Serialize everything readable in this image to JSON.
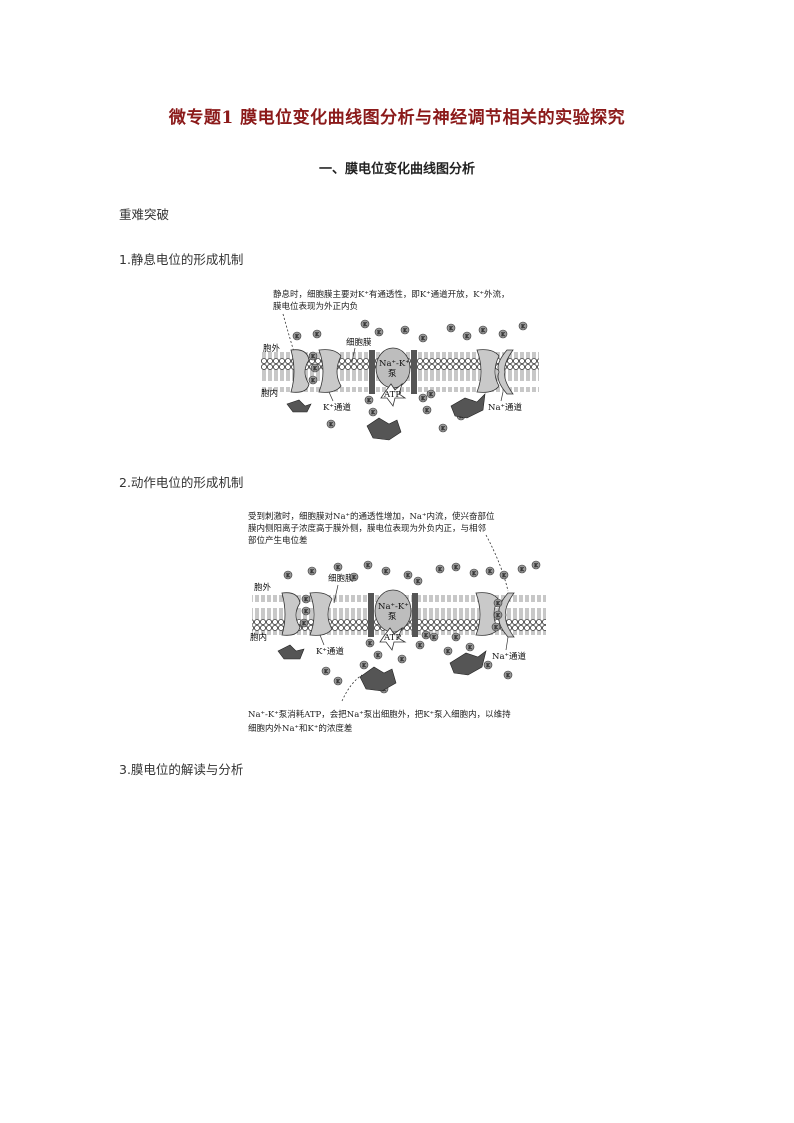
{
  "header": {
    "title": "微专题1  膜电位变化曲线图分析与神经调节相关的实验探究",
    "section": "一、膜电位变化曲线图分析"
  },
  "content": {
    "intro": "重难突破",
    "item1": "1.静息电位的形成机制",
    "item2": "2.动作电位的形成机制",
    "item3": "3.膜电位的解读与分析"
  },
  "figure1": {
    "caption_line1": "静息时，细胞膜主要对K⁺有通透性，即K⁺通道开放，K⁺外流，",
    "caption_line2": "膜电位表现为外正内负",
    "outside_label": "胞外",
    "inside_label": "胞内",
    "membrane_label": "细胞膜",
    "pump_line1": "Na⁺-K⁺",
    "pump_line2": "泵",
    "atp_label": "ATP",
    "k_channel_label": "K⁺通道",
    "na_channel_label": "Na⁺通道",
    "ion_letter": "K"
  },
  "figure2": {
    "caption_line1": "受到刺激时，细胞膜对Na⁺的通透性增加，Na⁺内流，使兴奋部位",
    "caption_line2": "膜内侧阳离子浓度高于膜外侧，膜电位表现为外负内正，与相邻",
    "caption_line3": "部位产生电位差",
    "outside_label": "胞外",
    "inside_label": "胞内",
    "membrane_label": "细胞膜",
    "pump_line1": "Na⁺-K⁺",
    "pump_line2": "泵",
    "atp_label": "ATP",
    "k_channel_label": "K⁺通道",
    "na_channel_label": "Na⁺通道",
    "bottom_line1": "Na⁺-K⁺泵消耗ATP，会把Na⁺泵出细胞外，把K⁺泵入细胞内，以维持",
    "bottom_line2": "细胞内外Na⁺和K⁺的浓度差",
    "ion_letter": "K"
  }
}
